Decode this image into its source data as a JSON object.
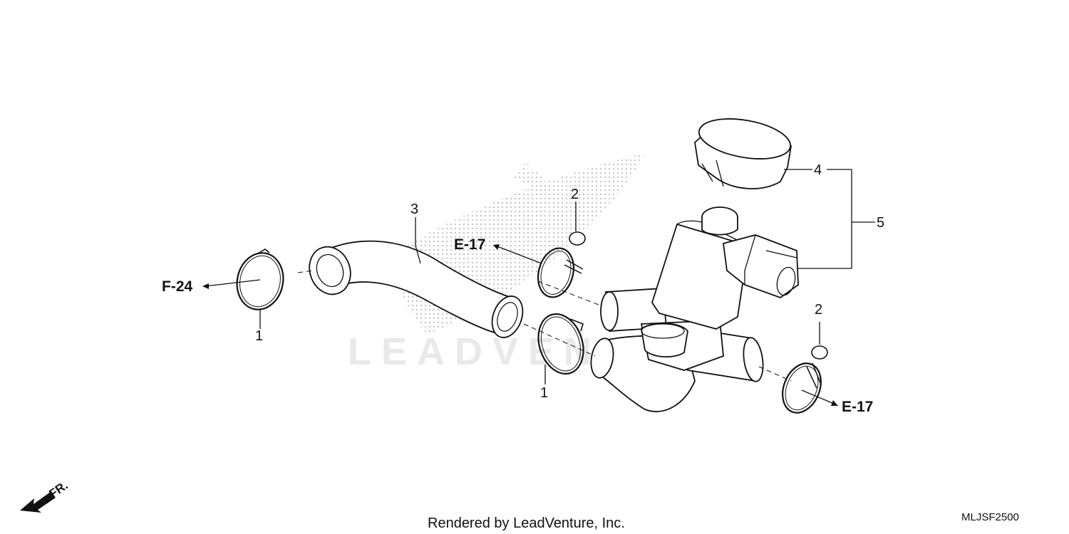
{
  "callouts": {
    "c1_left": "1",
    "c1_mid": "1",
    "c2_top": "2",
    "c2_right": "2",
    "c3": "3",
    "c4": "4",
    "c5": "5"
  },
  "references": {
    "f24": "F-24",
    "e17_top": "E-17",
    "e17_bottom": "E-17"
  },
  "direction": {
    "front": "FR."
  },
  "watermark": "LEADVENTURE",
  "footer": {
    "credit": "Rendered by LeadVenture, Inc.",
    "diagram_code": "MLJSF2500"
  },
  "icons": [
    "front-direction-arrow-icon"
  ]
}
